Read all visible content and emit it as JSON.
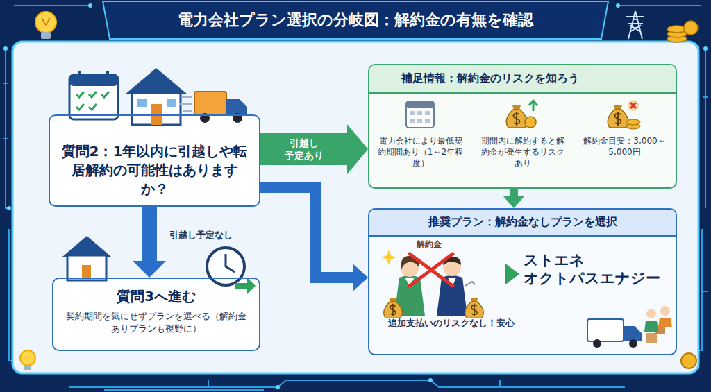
{
  "diagram": {
    "title": "電力会社プラン選択の分岐図：解約金の有無を確認",
    "nodes": [
      {
        "text": [
          "質問2：1年以内に引越しや転居解約の可能性はありますか？"
        ]
      },
      {
        "text": [
          "質問3へ進む",
          "契約期間を気にせずプランを選べる（解約金ありプランも視野に）"
        ]
      },
      {
        "text": [
          "補足情報：解約金のリスクを知ろう",
          "電力会社により最低契約期間あり（1～2年程度）",
          "期間内に解約すると解約金が発生するリスクあり",
          "解約金目安：3,000～5,000円"
        ]
      },
      {
        "text": [
          "推奨プラン：解約金なしプランを選択",
          "ストエネ オクトパスエナジー",
          "追加支払いのリスクなし！安心"
        ]
      }
    ],
    "edges": [
      {
        "from": 0,
        "to": 2,
        "label": "引越し 予定あり",
        "arrow": "to"
      },
      {
        "from": 0,
        "to": 1,
        "label": "引越し予定なし",
        "arrow": "to"
      },
      {
        "from": 0,
        "to": 3,
        "arrow": "to"
      },
      {
        "from": 2,
        "to": 3,
        "arrow": "to"
      }
    ],
    "labels": [
      "解約金"
    ]
  }
}
